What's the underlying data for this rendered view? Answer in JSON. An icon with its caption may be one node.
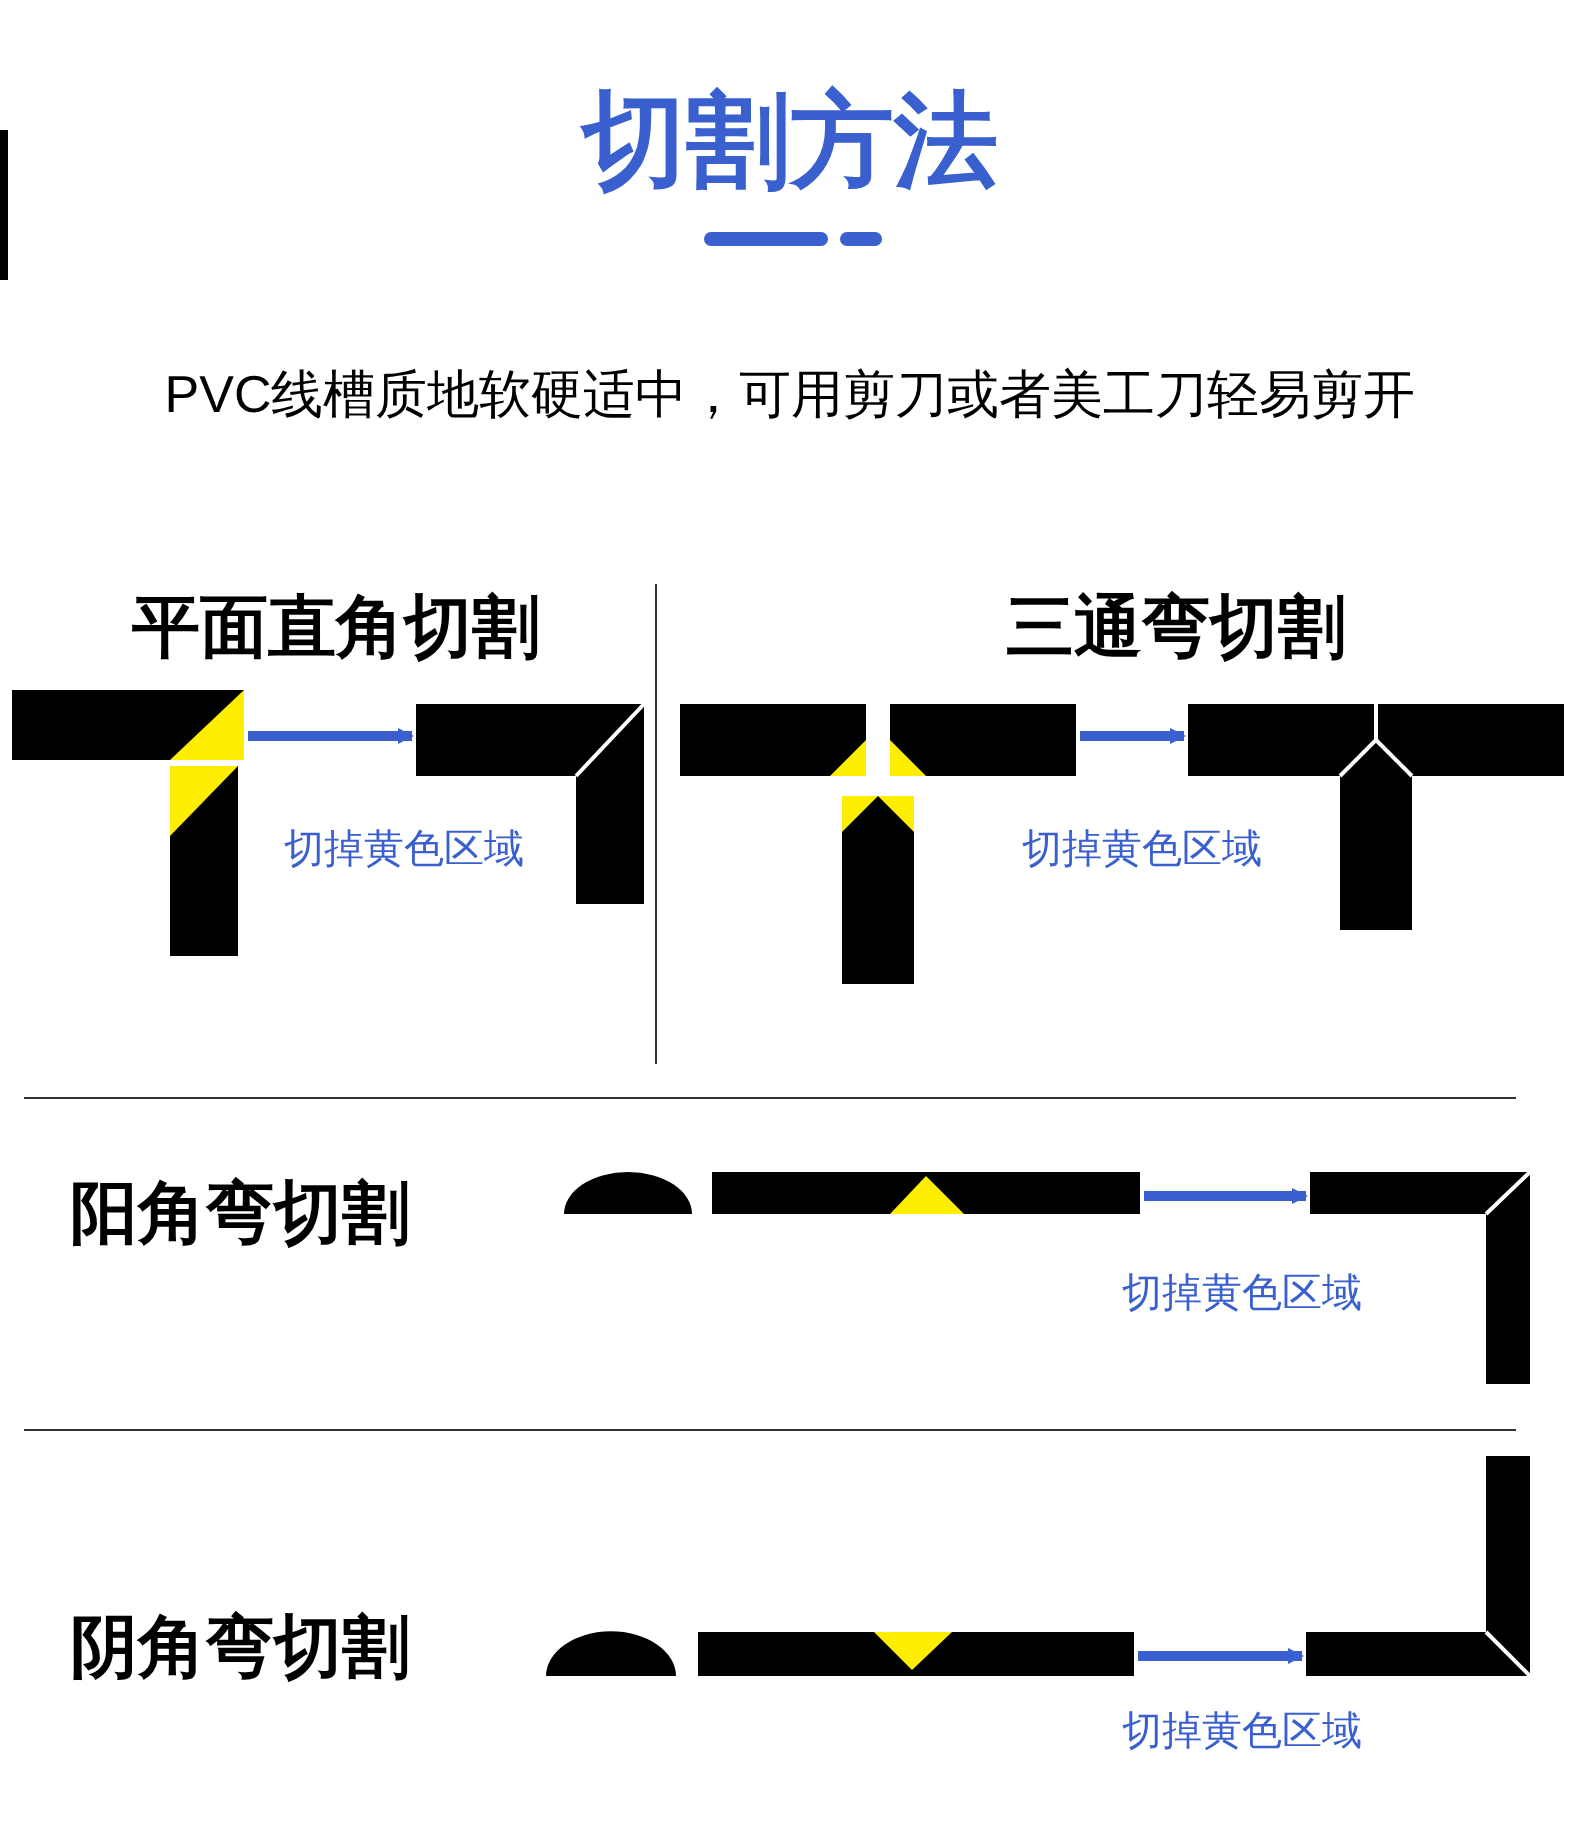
{
  "diagram": {
    "title": "切割方法",
    "nodes": [
      {
        "text": [],
        "shape": "picture"
      },
      {
        "text": [],
        "shape": "picture"
      },
      {
        "text": [],
        "shape": "picture"
      },
      {
        "text": [],
        "shape": "picture"
      },
      {
        "text": [],
        "shape": "picture"
      },
      {
        "text": [],
        "shape": "picture"
      },
      {
        "text": [],
        "shape": "picture"
      },
      {
        "text": [],
        "shape": "picture"
      }
    ],
    "edges": [
      {
        "from": 0,
        "to": 1,
        "arrow": "to",
        "label": "切掉黄色区域"
      },
      {
        "from": 2,
        "to": 3,
        "arrow": "to",
        "label": "切掉黄色区域"
      },
      {
        "from": 4,
        "to": 5,
        "arrow": "to",
        "label": "切掉黄色区域"
      },
      {
        "from": 6,
        "to": 7,
        "arrow": "to",
        "label": "切掉黄色区域"
      }
    ],
    "labels": [
      "PVC线槽质地软硬适中，可用剪刀或者美工刀轻易剪开",
      "平面直角切割",
      "三通弯切割",
      "阳角弯切割",
      "阴角弯切割"
    ]
  }
}
